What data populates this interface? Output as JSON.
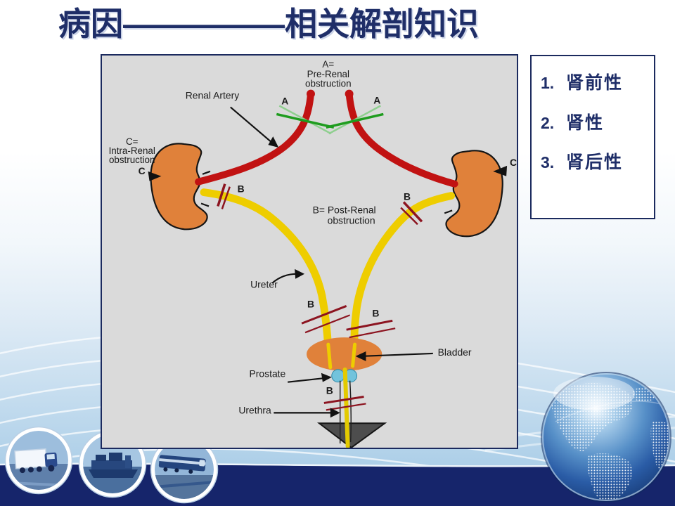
{
  "slide": {
    "title": "病因—————相关解剖知识"
  },
  "list_panel": {
    "items": [
      {
        "number": "1.",
        "label": "肾前性"
      },
      {
        "number": "2.",
        "label": "肾性"
      },
      {
        "number": "3.",
        "label": "肾后性"
      }
    ]
  },
  "diagram": {
    "labels": {
      "pre_renal_1": "A=",
      "pre_renal_2": "Pre-Renal",
      "pre_renal_3": "obstruction",
      "renal_artery": "Renal Artery",
      "intra_renal_1": "C=",
      "intra_renal_2": "Intra-Renal",
      "intra_renal_3": "obstruction",
      "post_renal_1": "B= Post-Renal",
      "post_renal_2": "obstruction",
      "ureter": "Ureter",
      "bladder": "Bladder",
      "prostate": "Prostate",
      "urethra": "Urethra",
      "marker_a": "A",
      "marker_b": "B",
      "marker_c": "C"
    },
    "colors": {
      "figure_background": "#dadada",
      "kidney_orange": "#e0813a",
      "artery_red": "#c11212",
      "ureter_yellow": "#eecd00",
      "clamp_maroon": "#8c1420",
      "clamp_green": "#1e9c1e",
      "prostate_blue": "#72c3dc",
      "label_black": "#1b1b1b"
    }
  },
  "theme": {
    "title_navy": "#1f2e68",
    "panel_border_navy": "#1b2a5e",
    "bottom_band_navy": "#16256b",
    "background_blue": "#abcce6",
    "decor_images": [
      "truck-photo",
      "cargo-ship-photo",
      "train-photo",
      "globe-image"
    ]
  }
}
